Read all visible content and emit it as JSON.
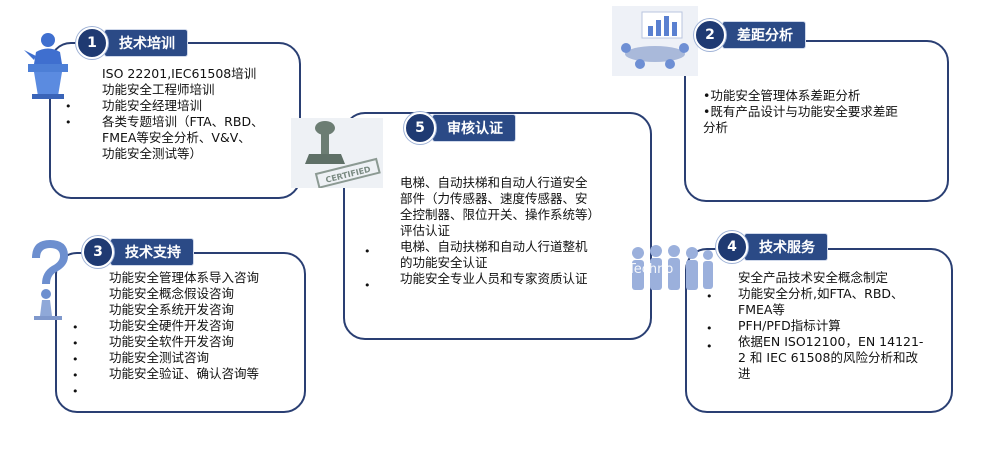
{
  "sections": {
    "training": {
      "number": "1",
      "title": "技术培训",
      "lines": [
        "ISO 22201,IEC61508培训",
        "功能安全工程师培训",
        "功能安全经理培训",
        "各类专题培训（FTA、RBD、",
        "FMEA等安全分析、V&V、",
        "功能安全测试等）"
      ]
    },
    "gap": {
      "number": "2",
      "title": "差距分析",
      "lines": [
        "•功能安全管理体系差距分析",
        "•既有产品设计与功能安全要求差距",
        "分析"
      ]
    },
    "support": {
      "number": "3",
      "title": "技术支持",
      "lines": [
        "功能安全管理体系导入咨询",
        "功能安全概念假设咨询",
        "功能安全系统开发咨询",
        "功能安全硬件开发咨询",
        "功能安全软件开发咨询",
        "功能安全测试咨询",
        "功能安全验证、确认咨询等"
      ]
    },
    "service": {
      "number": "4",
      "title": "技术服务",
      "lines": [
        "安全产品技术安全概念制定",
        "功能安全分析,如FTA、RBD、",
        "FMEA等",
        "PFH/PFD指标计算",
        "依据EN ISO12100，EN 14121-",
        "2 和 IEC 61508的风险分析和改",
        "进"
      ]
    },
    "certification": {
      "number": "5",
      "title": "审核认证",
      "lines": [
        "电梯、自动扶梯和自动人行道安全",
        "部件（力传感器、速度传感器、安",
        "全控制器、限位开关、操作系统等）",
        "评估认证",
        "电梯、自动扶梯和自动人行道整机",
        "的功能安全认证",
        "功能安全专业人员和专家资质认证"
      ]
    }
  },
  "bullet_symbol": "•",
  "stamp_text": "CERTIFIED",
  "people_overlay_text": "Techno",
  "colors": {
    "border": "#2a3f73",
    "badge_fill": "#2b4a86",
    "number_fill": "#1f3a72"
  }
}
